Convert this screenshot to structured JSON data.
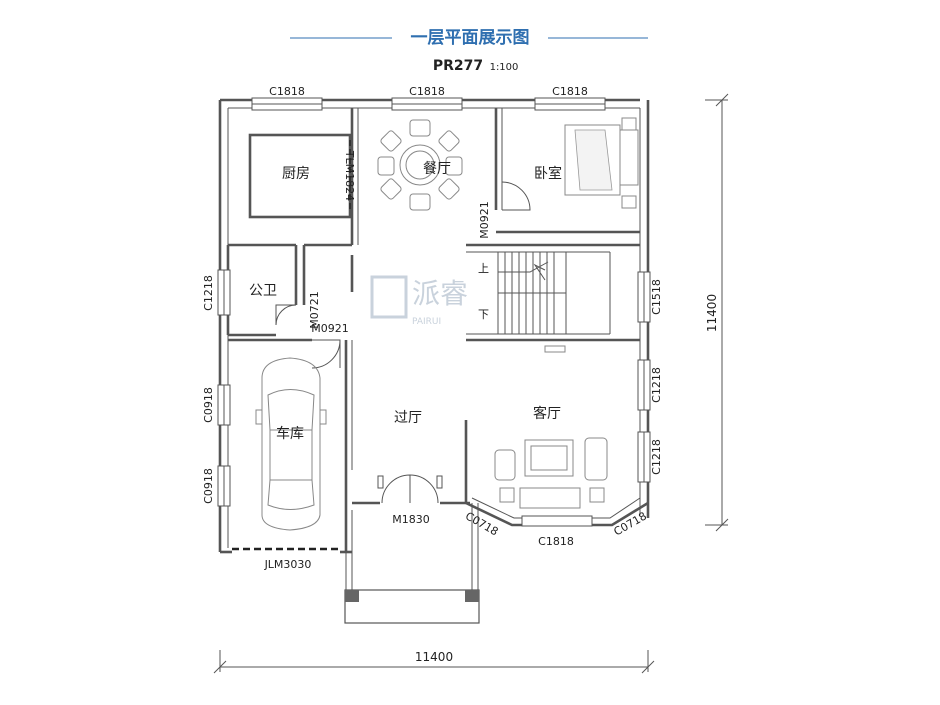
{
  "title": "一层平面展示图",
  "plan_code": "PR277",
  "scale": "1:100",
  "rooms": {
    "kitchen": "厨房",
    "dining": "餐厅",
    "bedroom": "卧室",
    "bathroom": "公卫",
    "garage": "车库",
    "hall": "过厅",
    "living": "客厅"
  },
  "stairs": {
    "up": "上",
    "down": "下"
  },
  "labels": {
    "c1818_kitchen": "C1818",
    "c1818_dining": "C1818",
    "c1818_bedroom": "C1818",
    "tlm1824": "TLM1824",
    "m0921_bedroom": "M0921",
    "c1218_bath": "C1218",
    "m0721": "M0721",
    "m0921_garage": "M0921",
    "c1518": "C1518",
    "c0918_upper": "C0918",
    "c0918_lower": "C0918",
    "c1218_living_upper": "C1218",
    "c1218_living_lower": "C1218",
    "m1830": "M1830",
    "c0718_left": "C0718",
    "c0718_right": "C0718",
    "c1818_living": "C1818",
    "jlm3030": "JLM3030"
  },
  "dimensions": {
    "width": "11400",
    "height": "11400"
  },
  "watermark": {
    "brand": "派睿",
    "sub": "PAIRUI"
  },
  "colors": {
    "title": "#2f6fb0",
    "wall": "#555555",
    "watermark": "#c9d2dc"
  }
}
